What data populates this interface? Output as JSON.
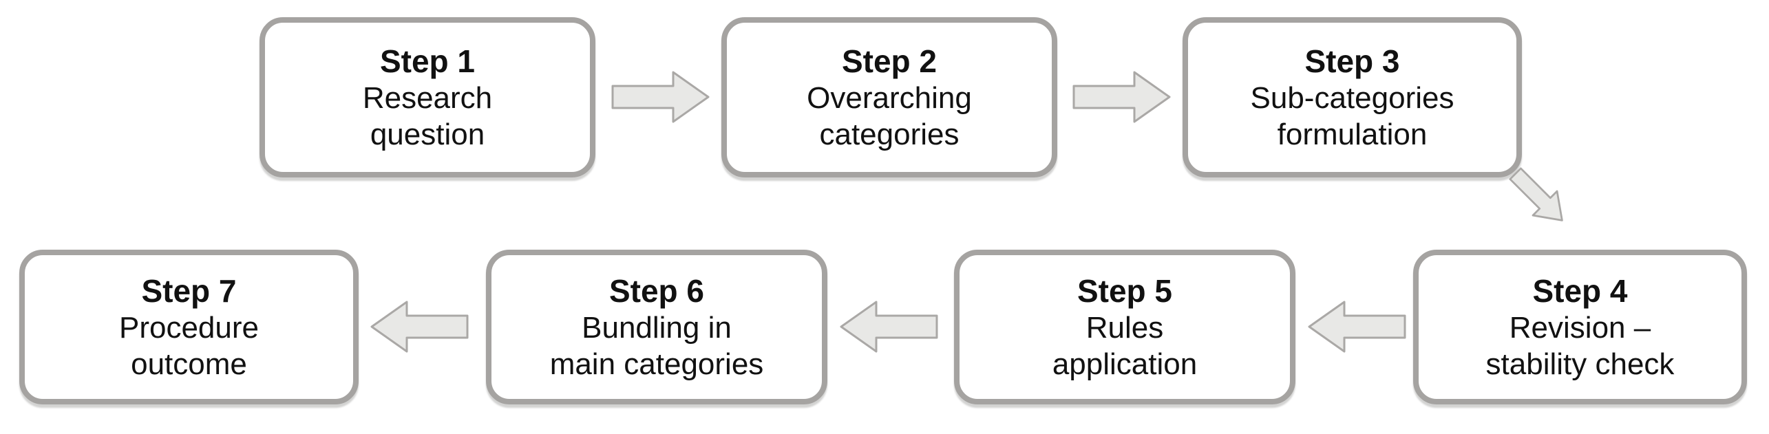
{
  "diagram": {
    "type": "flowchart",
    "steps": [
      {
        "id": 1,
        "title": "Step 1",
        "label": "Research\nquestion"
      },
      {
        "id": 2,
        "title": "Step 2",
        "label": "Overarching\ncategories"
      },
      {
        "id": 3,
        "title": "Step 3",
        "label": "Sub-categories\nformulation"
      },
      {
        "id": 4,
        "title": "Step 4",
        "label": "Revision –\nstability check"
      },
      {
        "id": 5,
        "title": "Step 5",
        "label": "Rules\napplication"
      },
      {
        "id": 6,
        "title": "Step 6",
        "label": "Bundling in\nmain categories"
      },
      {
        "id": 7,
        "title": "Step 7",
        "label": "Procedure\noutcome"
      }
    ],
    "connections": [
      {
        "from": 1,
        "to": 2,
        "direction": "right"
      },
      {
        "from": 2,
        "to": 3,
        "direction": "right"
      },
      {
        "from": 3,
        "to": 4,
        "direction": "down-right"
      },
      {
        "from": 4,
        "to": 5,
        "direction": "left"
      },
      {
        "from": 5,
        "to": 6,
        "direction": "left"
      },
      {
        "from": 6,
        "to": 7,
        "direction": "left"
      }
    ],
    "colors": {
      "background": "#ffffff",
      "box_fill": "#ffffff",
      "box_border": "#a5a3a1",
      "arrow_fill": "#e8e8e6",
      "arrow_stroke": "#aaa8a6",
      "text": "#111111"
    }
  }
}
